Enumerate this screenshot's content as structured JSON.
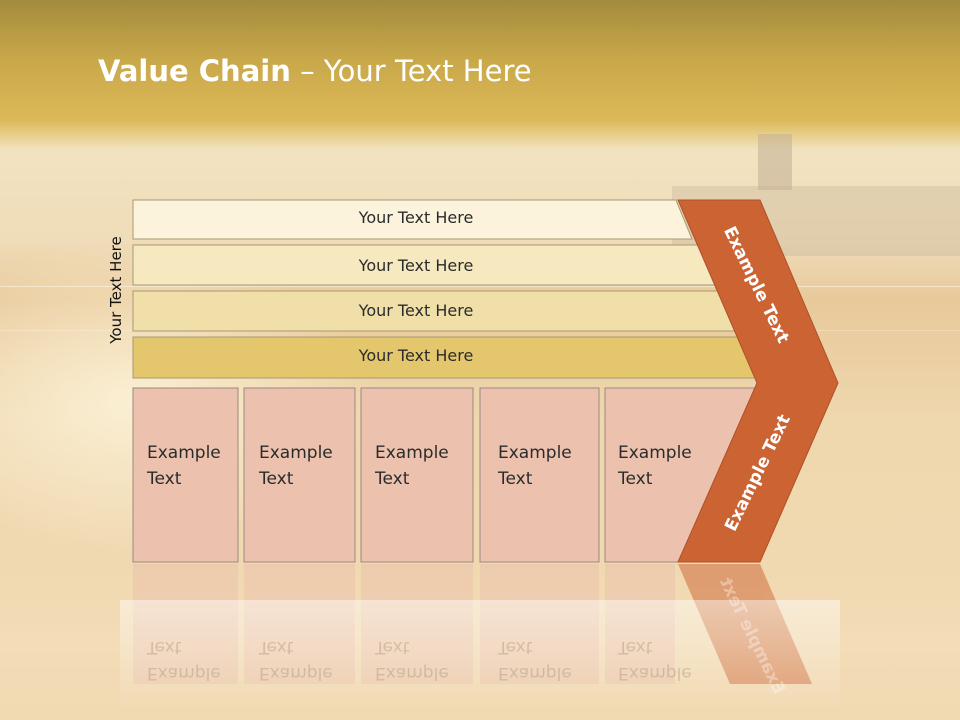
{
  "title": {
    "bold": "Value Chain",
    "rest": " – Your Text Here"
  },
  "vertical_label": "Your Text Here",
  "bands": [
    "Your Text Here",
    "Your Text Here",
    "Your Text Here",
    "Your Text Here"
  ],
  "boxes": [
    {
      "line1": "Example",
      "line2": "Text"
    },
    {
      "line1": "Example",
      "line2": "Text"
    },
    {
      "line1": "Example",
      "line2": "Text"
    },
    {
      "line1": "Example",
      "line2": "Text"
    },
    {
      "line1": "Example",
      "line2": "Text"
    }
  ],
  "chevron": {
    "upper": "Example Text",
    "lower": "Example Text"
  },
  "colors": {
    "band1": "#fbf3dc",
    "band2": "#f6e8bf",
    "band3": "#f0dfa8",
    "band4": "#e4c76d",
    "box": "#ecc2ae",
    "chevron": "#cc6332",
    "title": "#ffffff"
  }
}
